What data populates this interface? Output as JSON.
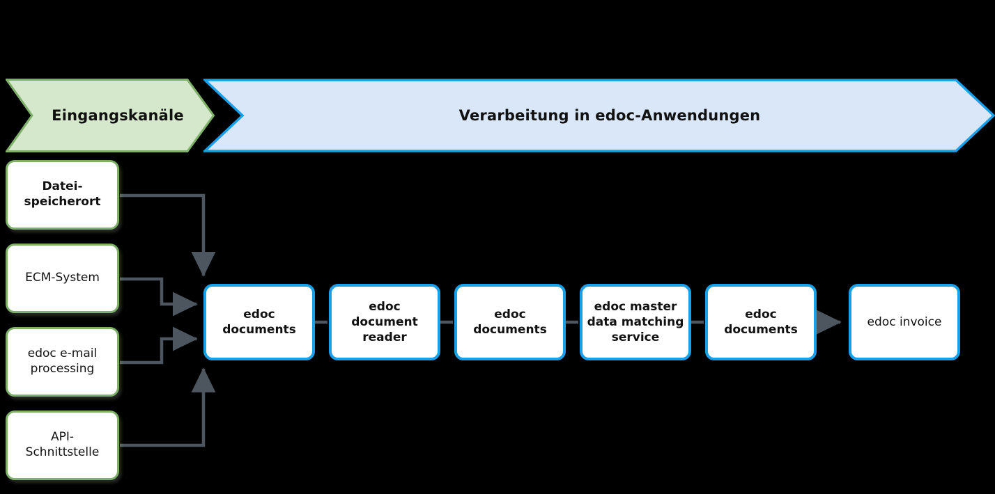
{
  "diagram": {
    "title_banners": [
      {
        "id": "input-channels",
        "label": "Eingangskanäle",
        "fill": "#d6e8cc",
        "stroke": "#7fb069"
      },
      {
        "id": "processing",
        "label": "Verarbeitung in edoc-Anwendungen",
        "fill": "#d9e7f8",
        "stroke": "#18a0e8"
      }
    ],
    "input_channels": [
      {
        "id": "datei-speicherort",
        "label": "Datei-\nspeicherort",
        "bold": true
      },
      {
        "id": "ecm-system",
        "label": "ECM-System",
        "bold": false
      },
      {
        "id": "edoc-email-processing",
        "label": "edoc e-mail\nprocessing",
        "bold": false
      },
      {
        "id": "api-schnittstelle",
        "label": "API-\nSchnittstelle",
        "bold": false
      }
    ],
    "process_steps": [
      {
        "id": "edoc-documents-1",
        "label": "edoc\ndocuments",
        "bold": true
      },
      {
        "id": "edoc-document-reader",
        "label": "edoc document\nreader",
        "bold": true
      },
      {
        "id": "edoc-documents-2",
        "label": "edoc\ndocuments",
        "bold": true
      },
      {
        "id": "edoc-master-data-matching-service",
        "label": "edoc master\ndata matching\nservice",
        "bold": true
      },
      {
        "id": "edoc-documents-3",
        "label": "edoc\ndocuments",
        "bold": true
      },
      {
        "id": "edoc-invoice",
        "label": "edoc invoice",
        "bold": false
      }
    ],
    "colors": {
      "background": "#000000",
      "green_fill": "#d6e8cc",
      "green_stroke": "#7fb069",
      "blue_fill": "#d9e7f8",
      "blue_stroke": "#18a0e8",
      "box_border_blue": "#18a0e8",
      "box_border_green": "#7fb069",
      "box_fill": "#ffffff",
      "connector": "#4d555e",
      "text": "#111111"
    },
    "connectors": [
      {
        "from": "datei-speicherort",
        "to": "edoc-documents-1",
        "arrowhead": true
      },
      {
        "from": "ecm-system",
        "to": "edoc-documents-1",
        "arrowhead": true
      },
      {
        "from": "edoc-email-processing",
        "to": "edoc-documents-1",
        "arrowhead": true
      },
      {
        "from": "api-schnittstelle",
        "to": "edoc-documents-1",
        "arrowhead": true
      },
      {
        "from": "edoc-documents-1",
        "to": "edoc-document-reader",
        "arrowhead": false
      },
      {
        "from": "edoc-document-reader",
        "to": "edoc-documents-2",
        "arrowhead": false
      },
      {
        "from": "edoc-documents-2",
        "to": "edoc-master-data-matching-service",
        "arrowhead": false
      },
      {
        "from": "edoc-master-data-matching-service",
        "to": "edoc-documents-3",
        "arrowhead": false
      },
      {
        "from": "edoc-documents-3",
        "to": "edoc-invoice",
        "arrowhead": true
      }
    ]
  }
}
